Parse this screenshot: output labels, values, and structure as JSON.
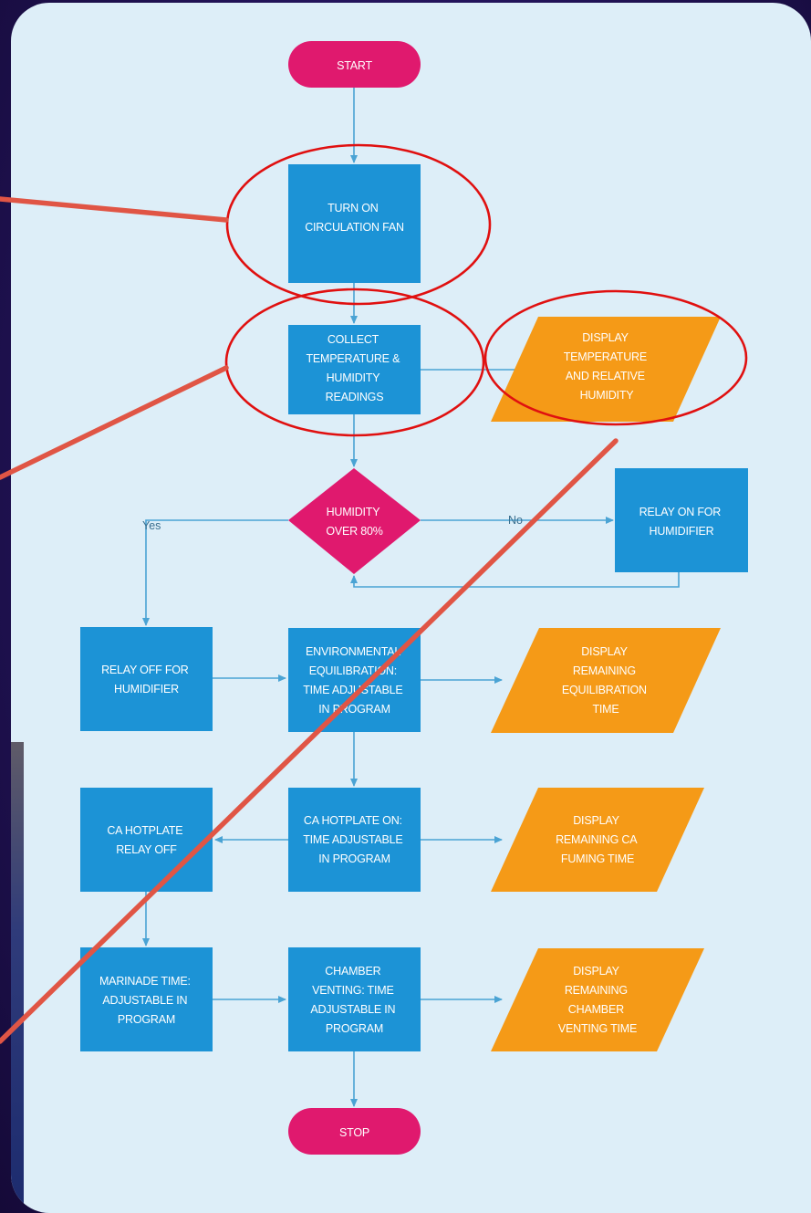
{
  "nodes": {
    "start": {
      "lines": [
        "START"
      ],
      "shape": "terminator",
      "color": "#e0196e"
    },
    "fan": {
      "lines": [
        "TURN ON",
        "CIRCULATION FAN"
      ],
      "shape": "process",
      "color": "#1c93d6"
    },
    "collect": {
      "lines": [
        "COLLECT",
        "TEMPERATURE &",
        "HUMIDITY",
        "READINGS"
      ],
      "shape": "process",
      "color": "#1c93d6"
    },
    "display_temp": {
      "lines": [
        "DISPLAY",
        "TEMPERATURE",
        "AND RELATIVE",
        "HUMIDITY"
      ],
      "shape": "io",
      "color": "#f59a17"
    },
    "decision": {
      "lines": [
        "HUMIDITY",
        "OVER 80%"
      ],
      "shape": "decision",
      "color": "#e0196e"
    },
    "relay_on": {
      "lines": [
        "RELAY ON FOR",
        "HUMIDIFIER"
      ],
      "shape": "process",
      "color": "#1c93d6"
    },
    "relay_off": {
      "lines": [
        "RELAY OFF FOR",
        "HUMIDIFIER"
      ],
      "shape": "process",
      "color": "#1c93d6"
    },
    "equil": {
      "lines": [
        "ENVIRONMENTAL",
        "EQUILIBRATION:",
        "TIME ADJUSTABLE",
        "IN PROGRAM"
      ],
      "shape": "process",
      "color": "#1c93d6"
    },
    "display_equil": {
      "lines": [
        "DISPLAY",
        "REMAINING",
        "EQUILIBRATION",
        "TIME"
      ],
      "shape": "io",
      "color": "#f59a17"
    },
    "hotplate_on": {
      "lines": [
        "CA HOTPLATE ON:",
        "TIME ADJUSTABLE",
        "IN PROGRAM"
      ],
      "shape": "process",
      "color": "#1c93d6"
    },
    "hotplate_off": {
      "lines": [
        "CA HOTPLATE",
        "RELAY OFF"
      ],
      "shape": "process",
      "color": "#1c93d6"
    },
    "display_fuming": {
      "lines": [
        "DISPLAY",
        "REMAINING CA",
        "FUMING TIME"
      ],
      "shape": "io",
      "color": "#f59a17"
    },
    "marinade": {
      "lines": [
        "MARINADE TIME:",
        "ADJUSTABLE IN",
        "PROGRAM"
      ],
      "shape": "process",
      "color": "#1c93d6"
    },
    "venting": {
      "lines": [
        "CHAMBER",
        "VENTING: TIME",
        "ADJUSTABLE IN",
        "PROGRAM"
      ],
      "shape": "process",
      "color": "#1c93d6"
    },
    "display_venting": {
      "lines": [
        "DISPLAY",
        "REMAINING",
        "CHAMBER",
        "VENTING TIME"
      ],
      "shape": "io",
      "color": "#f59a17"
    },
    "stop": {
      "lines": [
        "STOP"
      ],
      "shape": "terminator",
      "color": "#e0196e"
    }
  },
  "edges": {
    "yes_label": "Yes",
    "no_label": "No",
    "color": "#4aa3d4"
  },
  "annotations": {
    "ellipse_color": "#e01010",
    "pointer_color": "#e05545"
  }
}
